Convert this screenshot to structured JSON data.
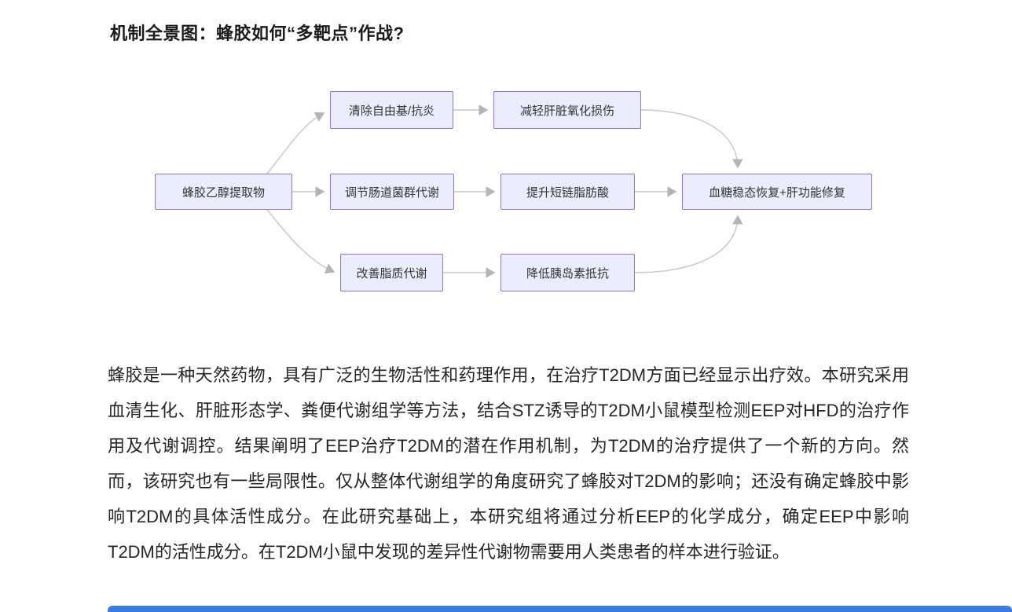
{
  "page": {
    "title": "机制全景图：蜂胶如何“多靶点”作战?"
  },
  "diagram": {
    "nodes": {
      "source": {
        "label": "蜂胶乙醇提取物"
      },
      "mech1": {
        "label": "清除自由基/抗炎"
      },
      "mech2": {
        "label": "调节肠道菌群代谢"
      },
      "mech3": {
        "label": "改善脂质代谢"
      },
      "effect1": {
        "label": "减轻肝脏氧化损伤"
      },
      "effect2": {
        "label": "提升短链脂肪酸"
      },
      "effect3": {
        "label": "降低胰岛素抵抗"
      },
      "outcome": {
        "label": "血糖稳态恢复+肝功能修复"
      }
    },
    "edges": [
      [
        "source",
        "mech1"
      ],
      [
        "source",
        "mech2"
      ],
      [
        "source",
        "mech3"
      ],
      [
        "mech1",
        "effect1"
      ],
      [
        "mech2",
        "effect2"
      ],
      [
        "mech3",
        "effect3"
      ],
      [
        "effect1",
        "outcome"
      ],
      [
        "effect2",
        "outcome"
      ],
      [
        "effect3",
        "outcome"
      ]
    ],
    "colors": {
      "node_fill": "#ECECFF",
      "node_border": "#9370DB",
      "arrow": "#C9C9C9"
    }
  },
  "body": {
    "paragraph": "蜂胶是一种天然药物，具有广泛的生物活性和药理作用，在治疗T2DM方面已经显示出疗效。本研究采用血清生化、肝脏形态学、粪便代谢组学等方法，结合STZ诱导的T2DM小鼠模型检测EEP对HFD的治疗作用及代谢调控。结果阐明了EEP治疗T2DM的潜在作用机制，为T2DM的治疗提供了一个新的方向。然而，该研究也有一些局限性。仅从整体代谢组学的角度研究了蜂胶对T2DM的影响；还没有确定蜂胶中影响T2DM的具体活性成分。在此研究基础上，本研究组将通过分析EEP的化学成分，确定EEP中影响T2DM的活性成分。在T2DM小鼠中发现的差异性代谢物需要用人类患者的样本进行验证。"
  },
  "footer": {
    "accent_color": "#3B7CDE"
  }
}
